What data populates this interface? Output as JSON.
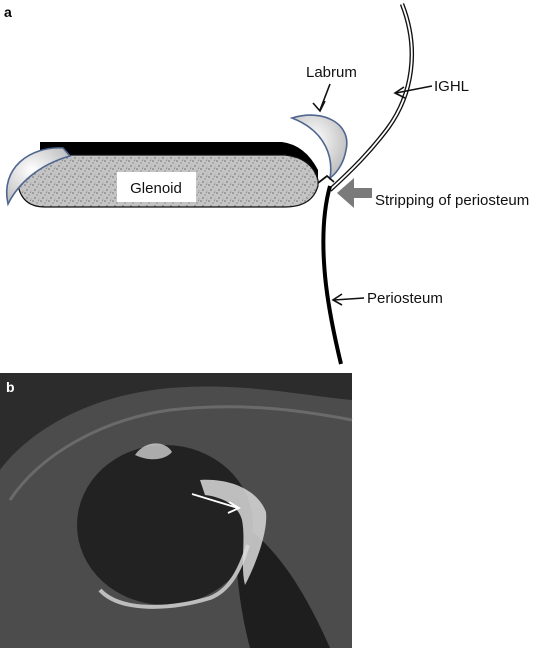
{
  "panels": [
    {
      "letter": "a",
      "labels": {
        "glenoid": "Glenoid",
        "labrum": "Labrum",
        "ighl": "IGHL",
        "stripping": "Stripping of periosteum",
        "periosteum": "Periosteum"
      }
    },
    {
      "letter": "b"
    }
  ],
  "colors": {
    "ink": "#111111",
    "bone": "#bdbdbd",
    "labrum_fill": "#d8d8d8",
    "labrum_edge": "#5a6f94",
    "stripping_arrow": "#7a7a7a",
    "mri_background": "#2f2f2f",
    "mri_arrow": "#ffffff",
    "panel_b_letter": "#ffffff"
  },
  "icons": {
    "pointer": "thin-arrow-icon",
    "stripping": "thick-gray-arrow-icon",
    "mri": "white-arrow-icon"
  }
}
